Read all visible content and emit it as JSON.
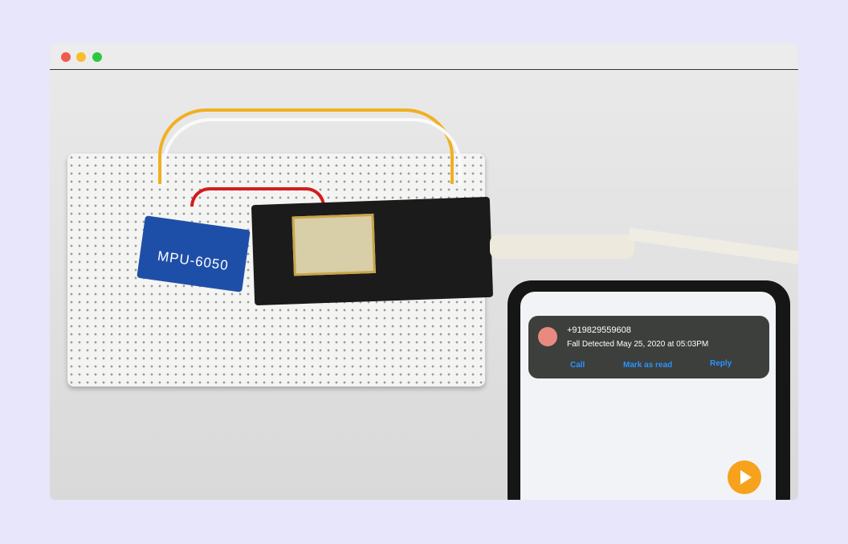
{
  "window": {
    "controls": [
      "close",
      "minimize",
      "maximize"
    ],
    "colors": {
      "close": "#f25b50",
      "minimize": "#f8bd2d",
      "maximize": "#2cc840"
    }
  },
  "photo": {
    "module_label": "MPU-6050",
    "notification": {
      "sender": "+919829559608",
      "message": "Fall Detected May 25, 2020 at 05:03PM",
      "actions": [
        "Call",
        "Mark as read",
        "Reply"
      ]
    }
  }
}
